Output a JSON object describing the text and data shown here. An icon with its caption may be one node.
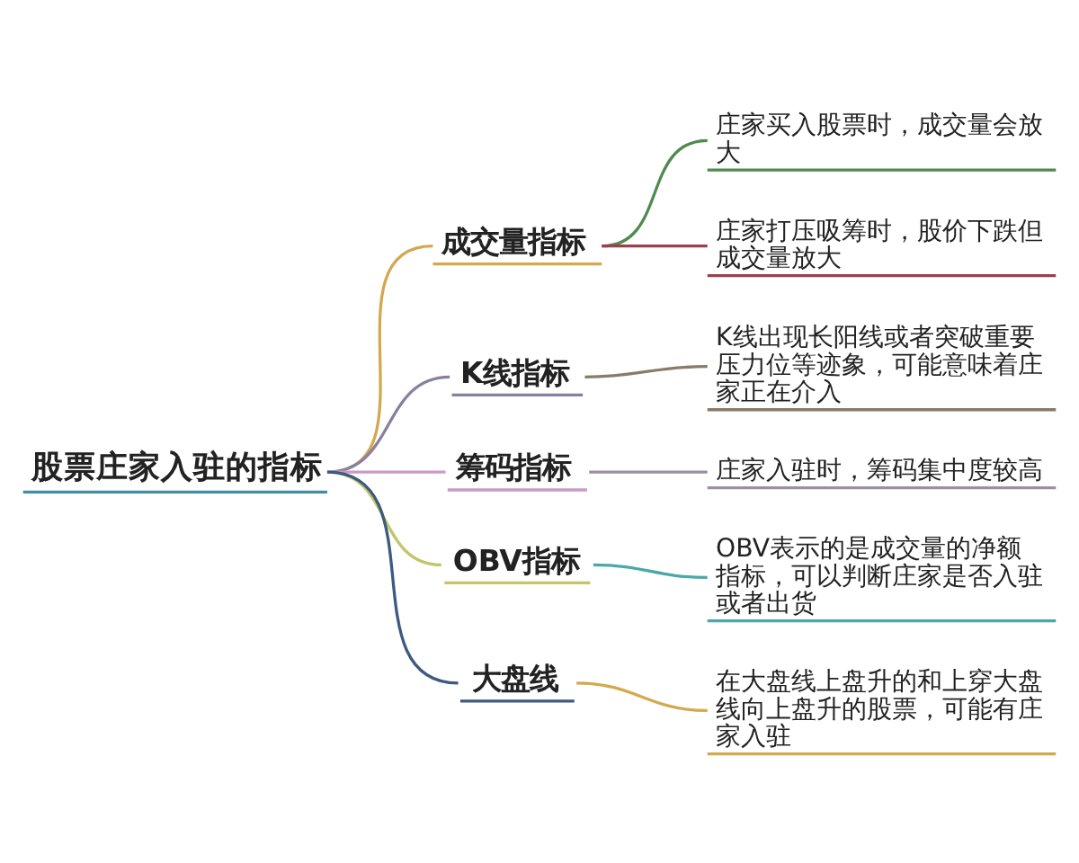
{
  "diagram": {
    "nodes": [
      {
        "text": [
          "股票庄家入驻的指标"
        ]
      },
      {
        "text": [
          "成交量指标"
        ]
      },
      {
        "text": [
          "庄家买入股票时，成交量会放大"
        ]
      },
      {
        "text": [
          "庄家打压吸筹时，股价下跌但成交量放大"
        ]
      },
      {
        "text": [
          "K线指标"
        ]
      },
      {
        "text": [
          "K线出现长阳线或者突破重要压力位等迹象，可能意味着庄家正在介入"
        ]
      },
      {
        "text": [
          "筹码指标"
        ]
      },
      {
        "text": [
          "庄家入驻时，筹码集中度较高"
        ]
      },
      {
        "text": [
          "OBV指标"
        ]
      },
      {
        "text": [
          "OBV表示的是成交量的净额指标，可以判断庄家是否入驻或者出货"
        ]
      },
      {
        "text": [
          "大盘线"
        ]
      },
      {
        "text": [
          "在大盘线上盘升的和上穿大盘线向上盘升的股票，可能有庄家入驻"
        ]
      }
    ],
    "edges": [
      {
        "from": 0,
        "to": 1,
        "arrow": "none",
        "color": "#d3a94e"
      },
      {
        "from": 1,
        "to": 2,
        "arrow": "none",
        "color": "#4f8a4f"
      },
      {
        "from": 1,
        "to": 3,
        "arrow": "none",
        "color": "#9c3f4f"
      },
      {
        "from": 0,
        "to": 4,
        "arrow": "none",
        "color": "#8a7fa0"
      },
      {
        "from": 4,
        "to": 5,
        "arrow": "none",
        "color": "#8a7a68"
      },
      {
        "from": 0,
        "to": 6,
        "arrow": "none",
        "color": "#c99bc4"
      },
      {
        "from": 6,
        "to": 7,
        "arrow": "none",
        "color": "#9a8fa3"
      },
      {
        "from": 0,
        "to": 8,
        "arrow": "none",
        "color": "#c4c46a"
      },
      {
        "from": 8,
        "to": 9,
        "arrow": "none",
        "color": "#4aa8aa"
      },
      {
        "from": 0,
        "to": 10,
        "arrow": "none",
        "color": "#3d5a80"
      },
      {
        "from": 10,
        "to": 11,
        "arrow": "none",
        "color": "#d3a94e"
      }
    ]
  }
}
